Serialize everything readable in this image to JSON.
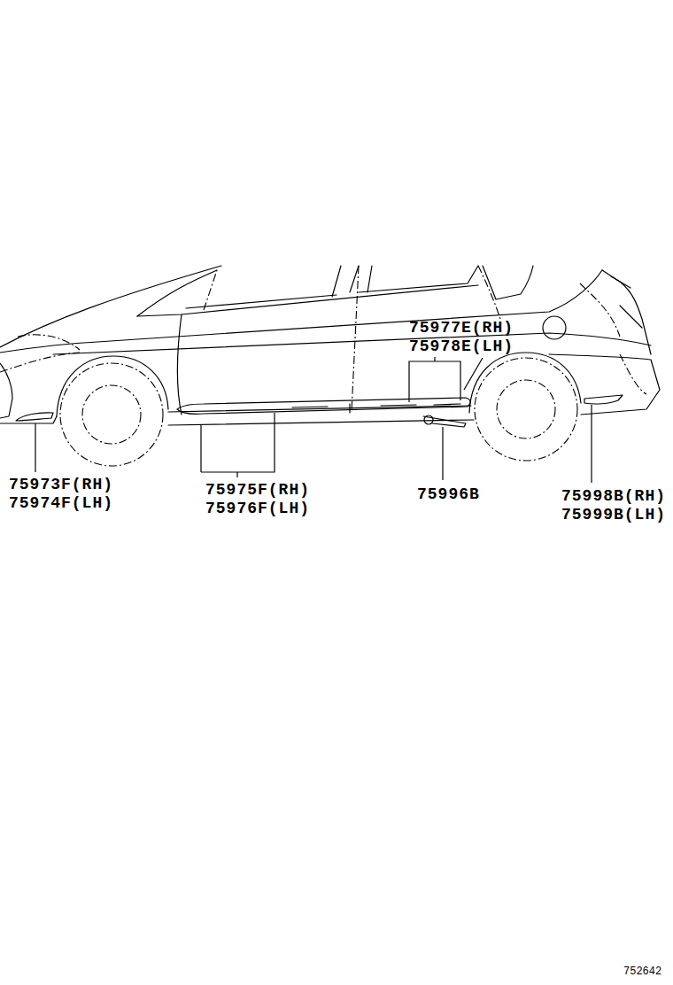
{
  "diagram": {
    "labels": [
      "75977E(RH)",
      "75978E(LH)",
      "75973F(RH)",
      "75974F(LH)",
      "75975F(RH)",
      "75976F(LH)",
      "75996B",
      "75998B(RH)",
      "75999B(LH)",
      "752642"
    ]
  }
}
